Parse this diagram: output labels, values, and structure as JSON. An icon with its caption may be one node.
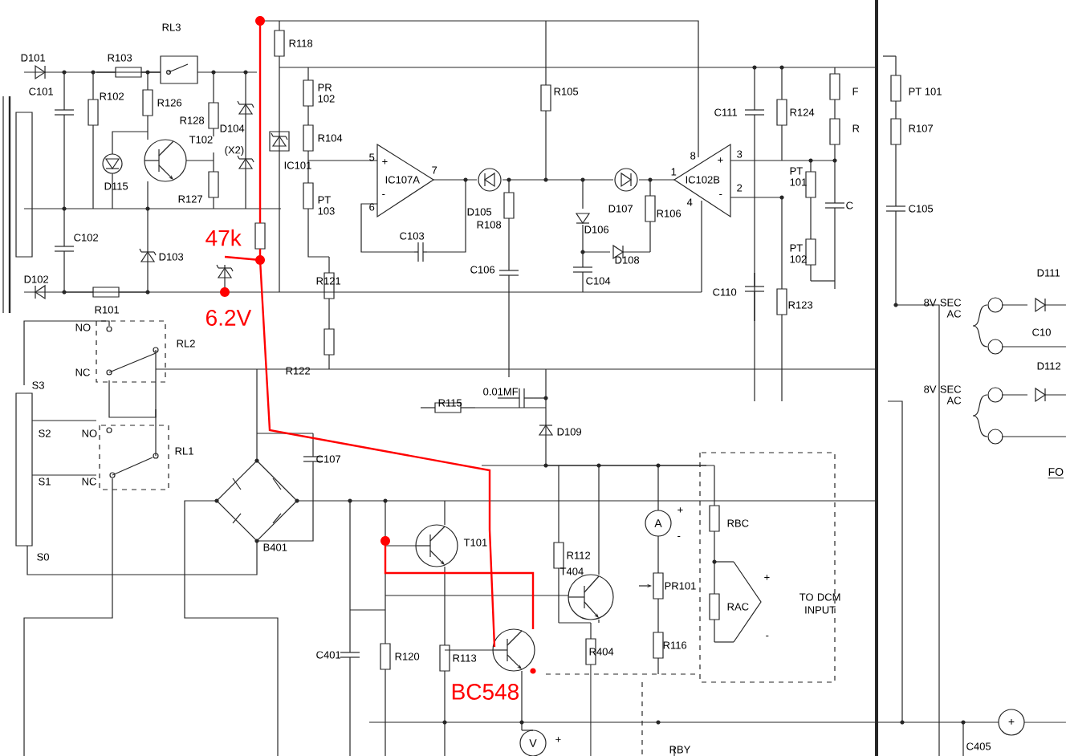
{
  "diagram": {
    "labels": [
      "A",
      "V",
      "+",
      "RL3",
      "D101",
      "R103",
      "R118",
      "C101",
      "R102",
      "R126",
      "PR 102",
      "R128",
      "D104",
      "(X2)",
      "T102",
      "R104",
      "IC101",
      "D115",
      "R127",
      "PT 103",
      "5",
      "+",
      "6",
      "-",
      "IC107A",
      "7",
      "D105",
      "R108",
      "C103",
      "C106",
      "R105",
      "D107",
      "R106",
      "D106",
      "D108",
      "C104",
      "8",
      "1",
      "IC102B",
      "+",
      "-",
      "3",
      "2",
      "4",
      "C111",
      "R124",
      "F",
      "R",
      "PT 101",
      "C",
      "PT 102",
      "C110",
      "R123",
      "C102",
      "D103",
      "47k",
      "D102",
      "R101",
      "6.2V",
      "R121",
      "R122",
      "PT 101",
      "R107",
      "C105",
      "D111",
      "8V SEC AC",
      "C10",
      "D112",
      "8V SEC AC",
      "NO",
      "NC",
      "RL2",
      "S3",
      "S2",
      "NO",
      "RL1",
      "S1",
      "NC",
      "FO",
      "S0",
      "0.01MF",
      "R115",
      "D109",
      "C107",
      "B401",
      "T101",
      "+",
      "-",
      "RBC",
      "R112",
      "T404",
      "PR101",
      "+",
      "RAC",
      "TO DCM INPUT",
      "-",
      "R113",
      "R120",
      "C401",
      "R404",
      "R116",
      "BC548",
      "+",
      "RBY",
      "C405"
    ]
  }
}
